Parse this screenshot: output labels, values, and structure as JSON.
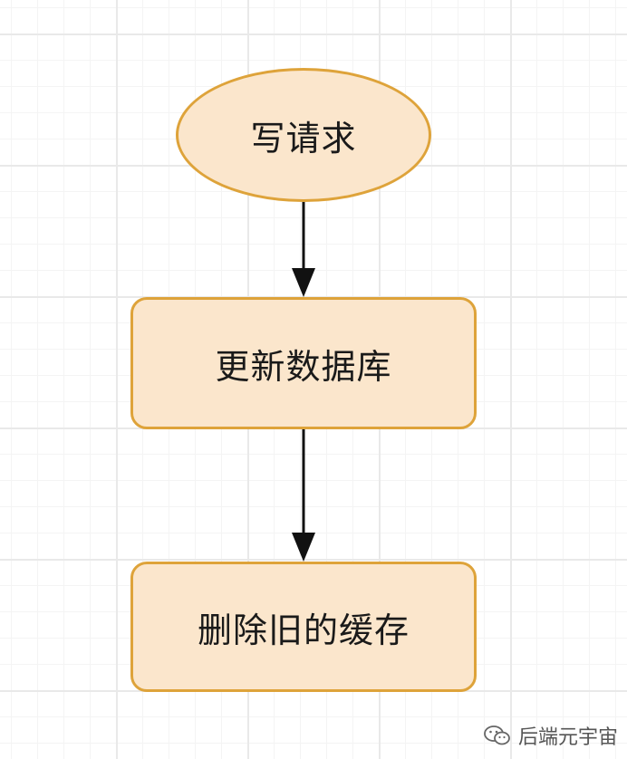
{
  "diagram": {
    "nodes": [
      {
        "id": "write-request",
        "shape": "ellipse",
        "label": "写请求"
      },
      {
        "id": "update-db",
        "shape": "rounded-rectangle",
        "label": "更新数据库"
      },
      {
        "id": "delete-cache",
        "shape": "rounded-rectangle",
        "label": "删除旧的缓存"
      }
    ],
    "edges": [
      {
        "from": "write-request",
        "to": "update-db"
      },
      {
        "from": "update-db",
        "to": "delete-cache"
      }
    ],
    "colors": {
      "node_fill": "#fbe6cc",
      "node_border": "#dea33a",
      "edge": "#111111",
      "grid_major": "#e9e9e9",
      "grid_minor": "#f4f4f4"
    }
  },
  "watermark": {
    "icon": "wechat-icon",
    "text": "后端元宇宙"
  }
}
